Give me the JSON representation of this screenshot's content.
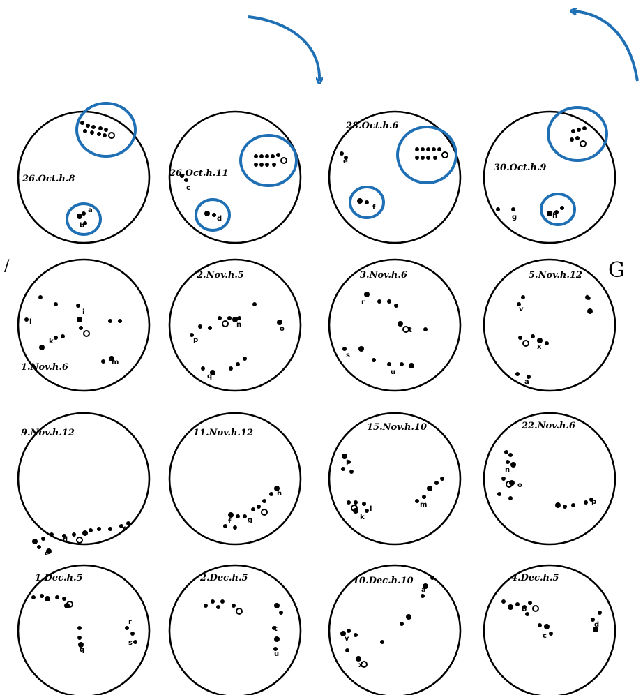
{
  "colors": {
    "ink": "#000000",
    "annotation": "#1f6fb5",
    "background": "#ffffff"
  },
  "icons": {
    "arrow": "curved-arrow-icon"
  },
  "side_marks": {
    "left": "/",
    "right": "G"
  },
  "moon_label": "x",
  "circles": [
    {
      "label": "26.Oct.h.8"
    },
    {
      "label": "26.Oct.h.11"
    },
    {
      "label": "28.Oct.h.6"
    },
    {
      "label": "30.Oct.h.9"
    },
    {
      "label": "1.Nov.h.6"
    },
    {
      "label": "2.Nov.h.5"
    },
    {
      "label": "3.Nov.h.6"
    },
    {
      "label": "5.Nov.h.12"
    },
    {
      "label": "9.Nov.h.12"
    },
    {
      "label": "11.Nov.h.12"
    },
    {
      "label": "15.Nov.h.10"
    },
    {
      "label": "22.Nov.h.6"
    },
    {
      "label": "1.Dec.h.5"
    },
    {
      "label": "2.Dec.h.5"
    },
    {
      "label": "10.Dec.h.10"
    },
    {
      "label": "4.Dec.h.5"
    }
  ],
  "star_letters": [
    "a",
    "b",
    "c",
    "d",
    "e",
    "f",
    "g",
    "h",
    "i",
    "k",
    "l",
    "m",
    "n",
    "o",
    "p",
    "q",
    "r",
    "s",
    "t",
    "u",
    "v",
    "x"
  ]
}
